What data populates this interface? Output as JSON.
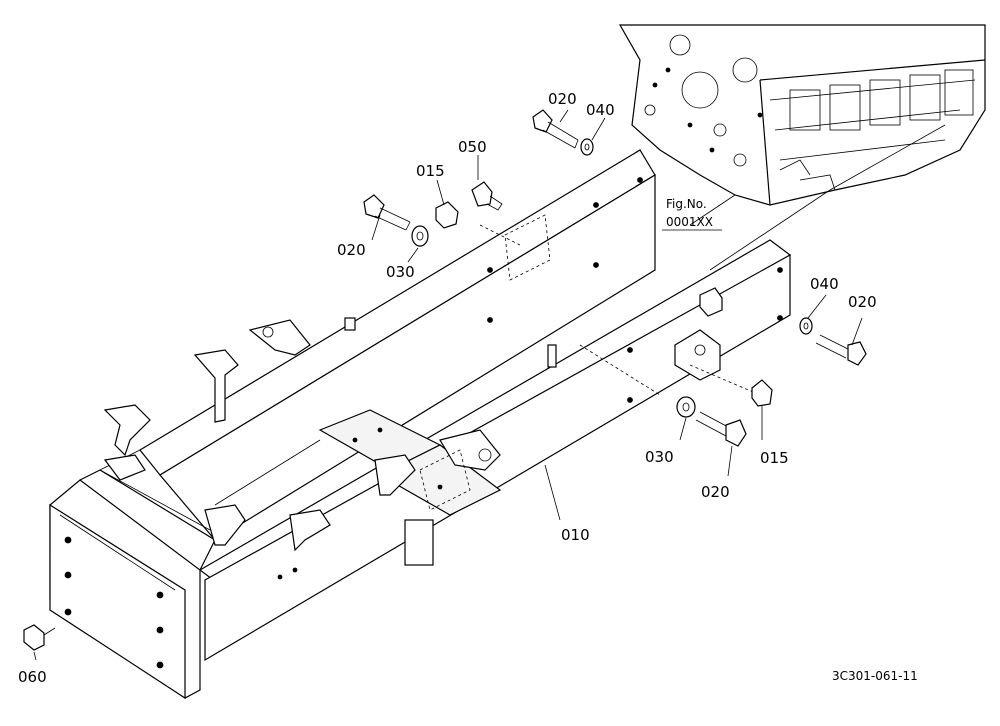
{
  "diagram": {
    "reference_code": "3C301-061-11",
    "fig_ref": {
      "line1": "Fig.No.",
      "line2": "0001XX"
    },
    "callouts": {
      "p010": "010",
      "p015_top": "015",
      "p015_right": "015",
      "p020_top": "020",
      "p020_left": "020",
      "p020_right": "020",
      "p020_bottom": "020",
      "p030_left": "030",
      "p030_right": "030",
      "p040_top": "040",
      "p040_right": "040",
      "p050": "050",
      "p060": "060"
    }
  }
}
